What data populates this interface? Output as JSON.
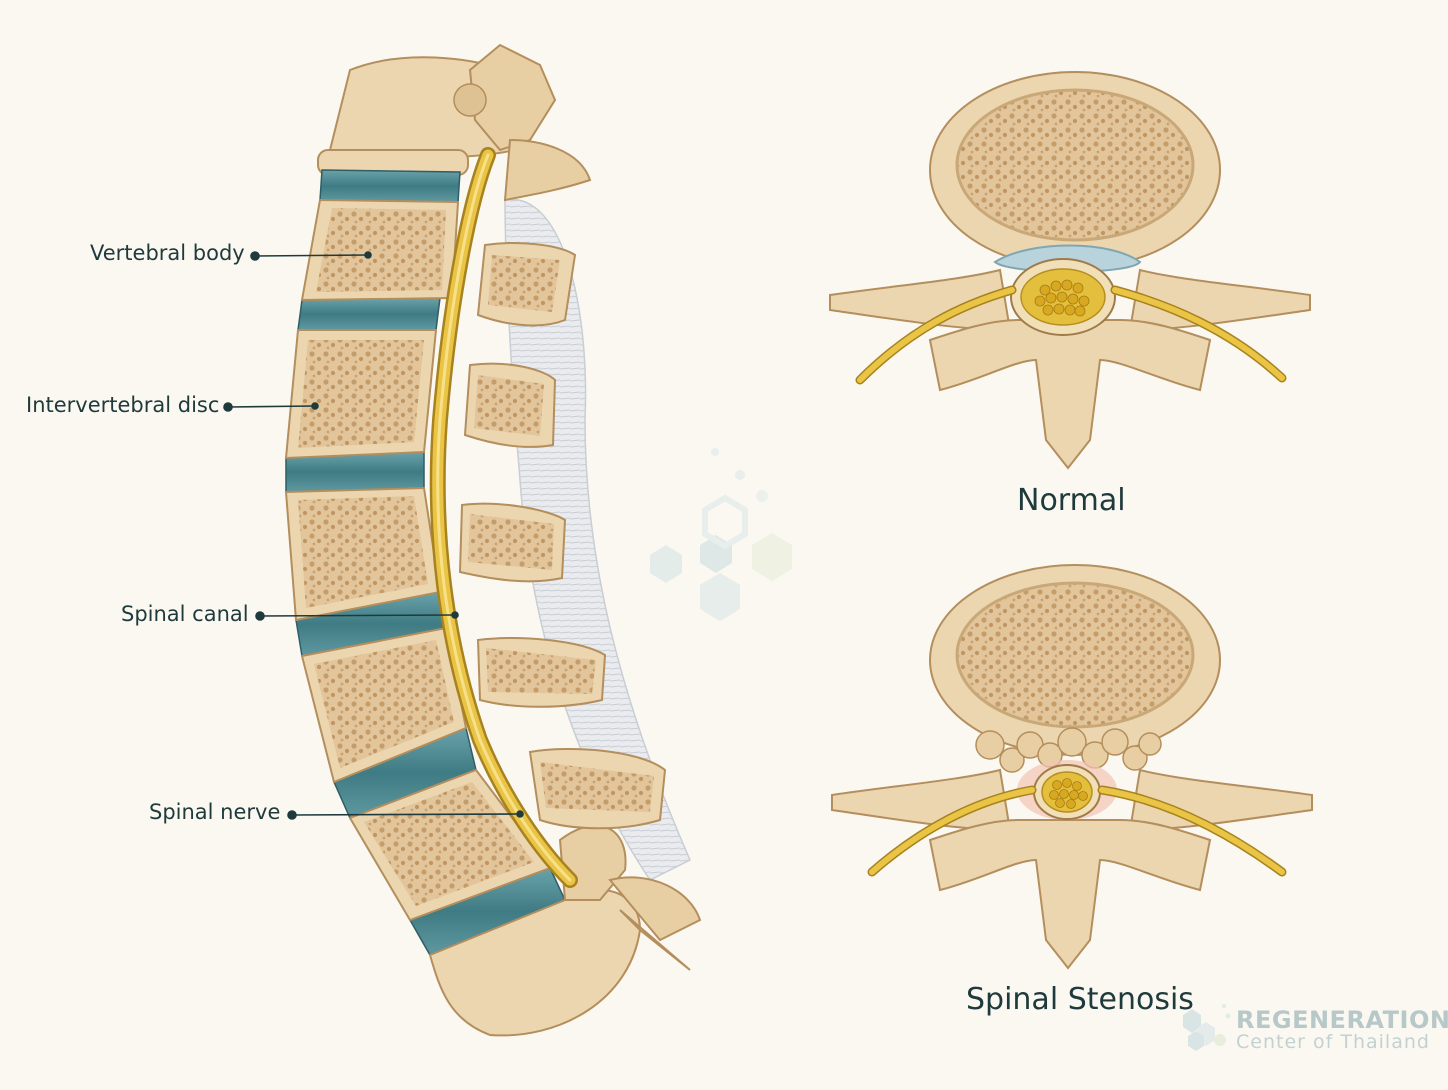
{
  "labels": {
    "vertebral_body": "Vertebral body",
    "intervertebral_disc": "Intervertebral disc",
    "spinal_canal": "Spinal canal",
    "spinal_nerve": "Spinal nerve"
  },
  "captions": {
    "normal": "Normal",
    "stenosis": "Spinal Stenosis"
  },
  "logo": {
    "name": "REGENERATION",
    "subtitle": "Center of Thailand"
  },
  "colors": {
    "bone": "#ecd6b0",
    "bone_dark": "#c9a878",
    "disc": "#4f8a93",
    "nerve": "#e7bf3a",
    "text": "#1f3a3c",
    "background": "#fbf8f1"
  }
}
